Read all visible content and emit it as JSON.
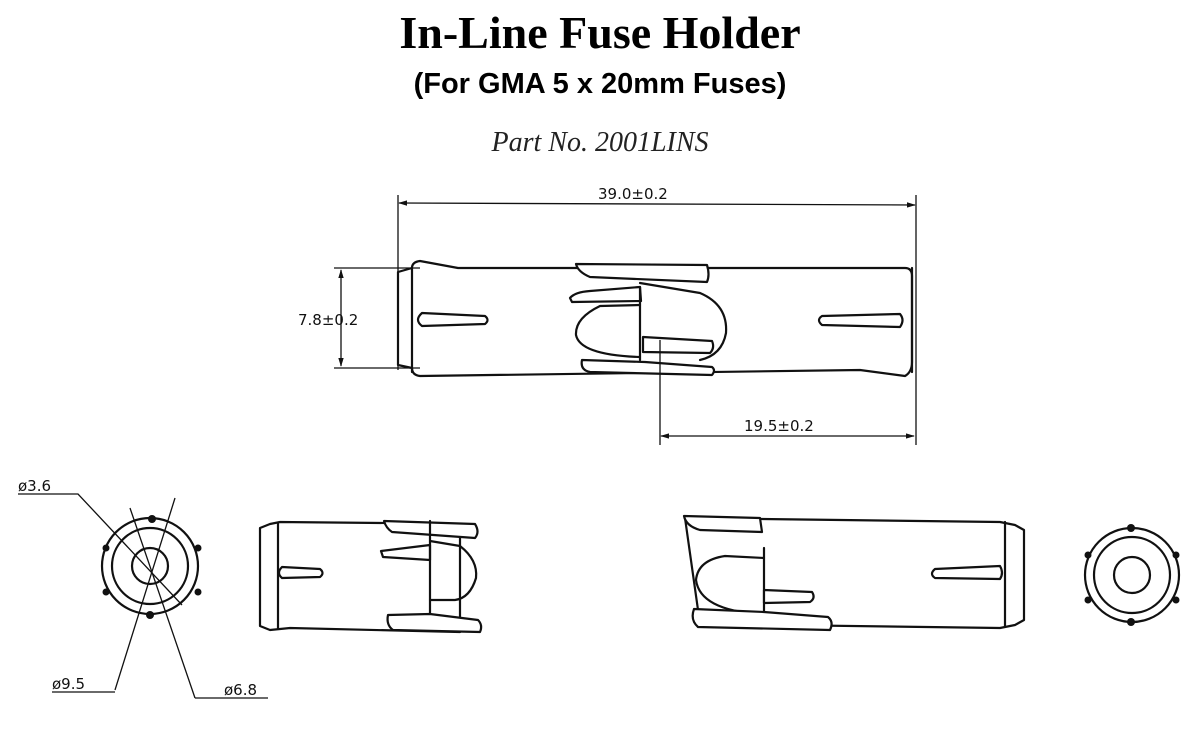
{
  "header": {
    "title": "In-Line Fuse Holder",
    "subtitle": "(For GMA 5 x 20mm Fuses)",
    "part_number": "Part No. 2001LINS"
  },
  "assembled_view": {
    "overall_length": "39.0±0.2",
    "diameter": "7.8±0.2",
    "half_length": "19.5±0.2"
  },
  "end_view": {
    "inner_diameter": "ø3.6",
    "outer_diameter": "ø9.5",
    "middle_diameter": "ø6.8"
  },
  "views": [
    "end-view-left",
    "half-left",
    "half-right",
    "end-view-right"
  ]
}
